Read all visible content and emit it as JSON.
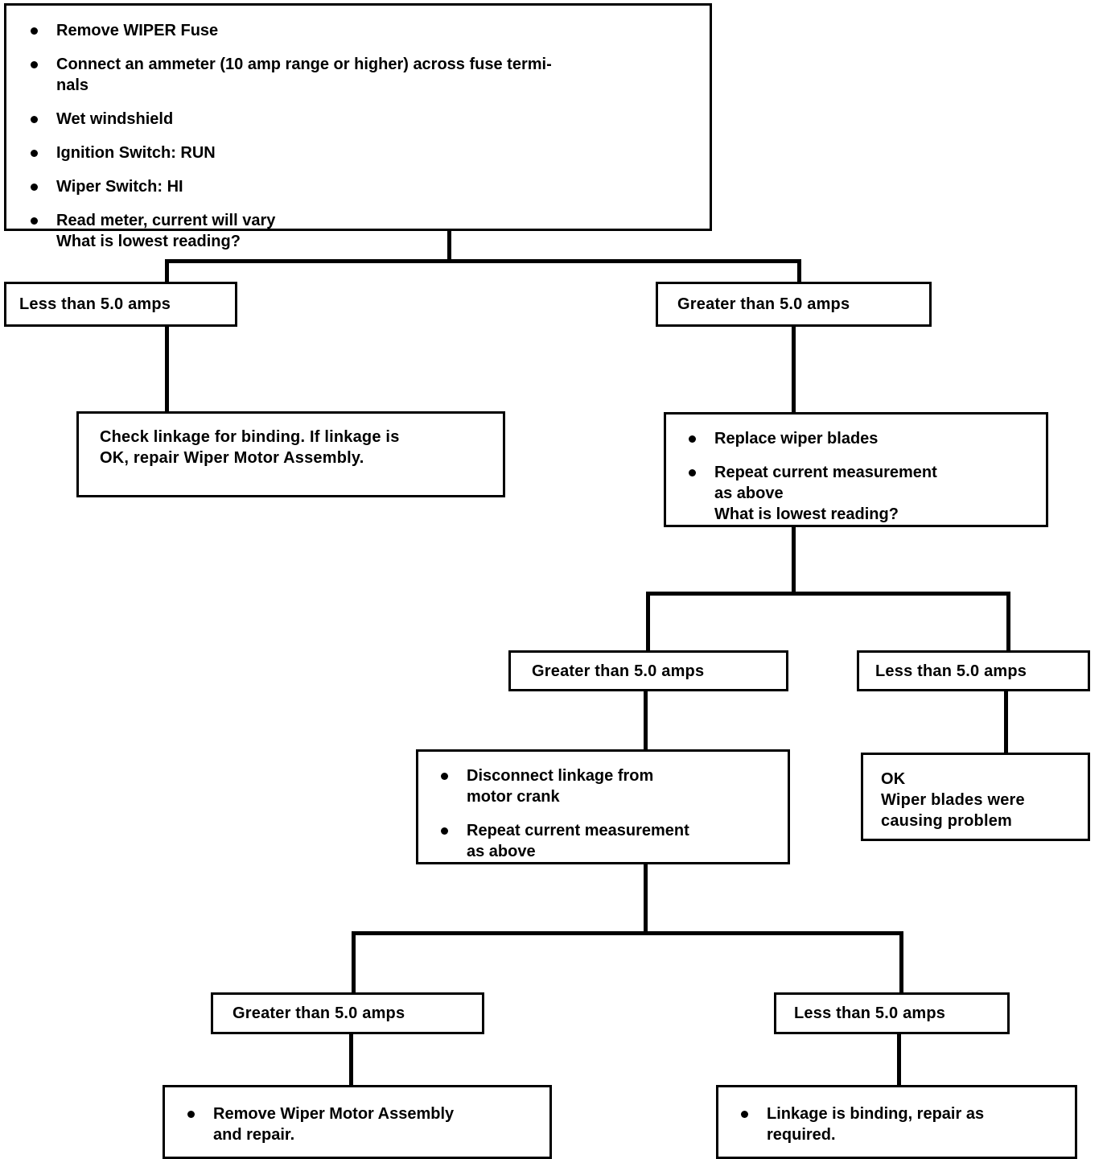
{
  "diagram": {
    "title": "Wiper Motor Current Draw Diagnostic Flowchart",
    "line_color": "#000000",
    "box_border_color": "#000000",
    "background_color": "#ffffff"
  },
  "nodes": {
    "start": {
      "name": "initial-test-procedure",
      "bullets": [
        "Remove WIPER Fuse",
        "Connect an ammeter (10 amp range or higher) across fuse termi-\nnals",
        "Wet windshield",
        "Ignition  Switch: RUN",
        "Wiper Switch: HI",
        "Read meter, current will vary\nWhat is lowest reading?"
      ]
    },
    "branch1_left": {
      "label": "Less than 5.0 amps"
    },
    "branch1_right": {
      "label": "Greater than 5.0 amps"
    },
    "check_linkage": {
      "text": "Check linkage for binding. If linkage is\nOK, repair Wiper Motor Assembly."
    },
    "replace_blades": {
      "bullets": [
        "Replace wiper blades",
        "Repeat current measurement\nas above\nWhat is lowest reading?"
      ]
    },
    "branch2_left": {
      "label": "Greater than 5.0 amps"
    },
    "branch2_right": {
      "label": "Less than 5.0 amps"
    },
    "disconnect_linkage": {
      "bullets": [
        "Disconnect linkage from\nmotor crank",
        "Repeat current measurement\nas above"
      ]
    },
    "ok_result": {
      "text": "OK\nWiper blades were\ncausing problem"
    },
    "branch3_left": {
      "label": "Greater than 5.0 amps"
    },
    "branch3_right": {
      "label": "Less than 5.0 amps"
    },
    "remove_motor": {
      "bullets": [
        "Remove Wiper Motor Assembly\nand repair."
      ]
    },
    "linkage_binding": {
      "bullets": [
        "Linkage is binding, repair as\nrequired."
      ]
    }
  }
}
